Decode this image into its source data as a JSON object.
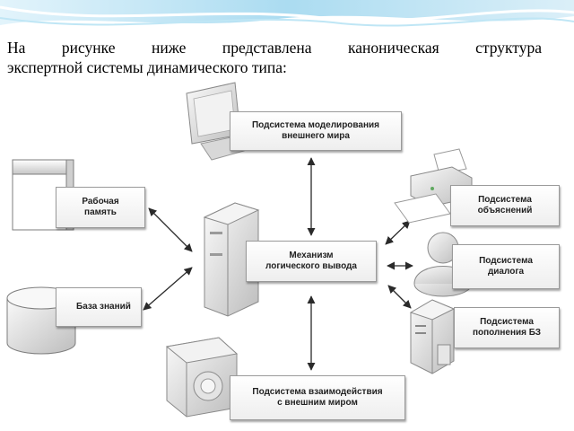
{
  "intro": {
    "line1": "На рисунке ниже представлена каноническая структура",
    "line2": "экспертной системы динамического типа:"
  },
  "boxes": {
    "modeling_l1": "Подсистема моделирования",
    "modeling_l2": "внешнего мира",
    "working_memory_l1": "Рабочая",
    "working_memory_l2": "память",
    "inference_l1": "Механизм",
    "inference_l2": "логического вывода",
    "knowledge_base": "База знаний",
    "explanation_l1": "Подсистема",
    "explanation_l2": "объяснений",
    "dialog_l1": "Подсистема",
    "dialog_l2": "диалога",
    "replenishment_l1": "Подсистема",
    "replenishment_l2": "пополнения БЗ",
    "interaction_l1": "Подсистема взаимодействия",
    "interaction_l2": "с внешним миром"
  },
  "icons": [
    "monitor-icon",
    "document-icon",
    "database-icon",
    "server-icon",
    "printer-icon",
    "user-icon",
    "computer-tower-icon",
    "hardware-device-icon"
  ],
  "colors": {
    "header_wave": "#9fd6ee",
    "box_border": "#9a9a9a",
    "arrow": "#2a2a2a"
  }
}
